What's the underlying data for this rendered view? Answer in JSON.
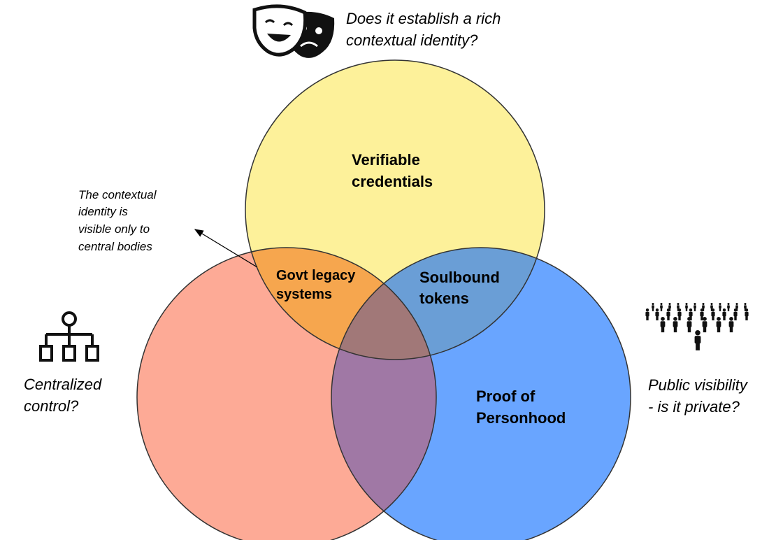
{
  "circles": {
    "verifiable": {
      "label_lines": [
        "Verifiable",
        "credentials"
      ],
      "color": "#fdf19a"
    },
    "centralized": {
      "color": "#fdaa96"
    },
    "personhood": {
      "label_lines": [
        "Proof of",
        "Personhood"
      ],
      "color": "#69a5ff"
    }
  },
  "overlaps": {
    "govt": {
      "label_lines": [
        "Govt legacy",
        "systems"
      ],
      "color": "#f6a64e"
    },
    "soulbound": {
      "label_lines": [
        "Soulbound",
        "tokens"
      ],
      "color": "#6a9ed6"
    },
    "center_color": "#a17878",
    "red_blue_color": "#a078a5"
  },
  "questions": {
    "top": {
      "lines": [
        "Does it establish a rich",
        "contextual identity?"
      ],
      "icon": "theater-masks-icon"
    },
    "left": {
      "lines": [
        "Centralized",
        "control?"
      ],
      "icon": "org-chart-icon"
    },
    "right": {
      "lines": [
        "Public visibility",
        "- is it private?"
      ],
      "icon": "crowd-icon"
    }
  },
  "annotation": {
    "lines": [
      "The contextual",
      "identity is",
      "visible only to",
      "central bodies"
    ]
  }
}
